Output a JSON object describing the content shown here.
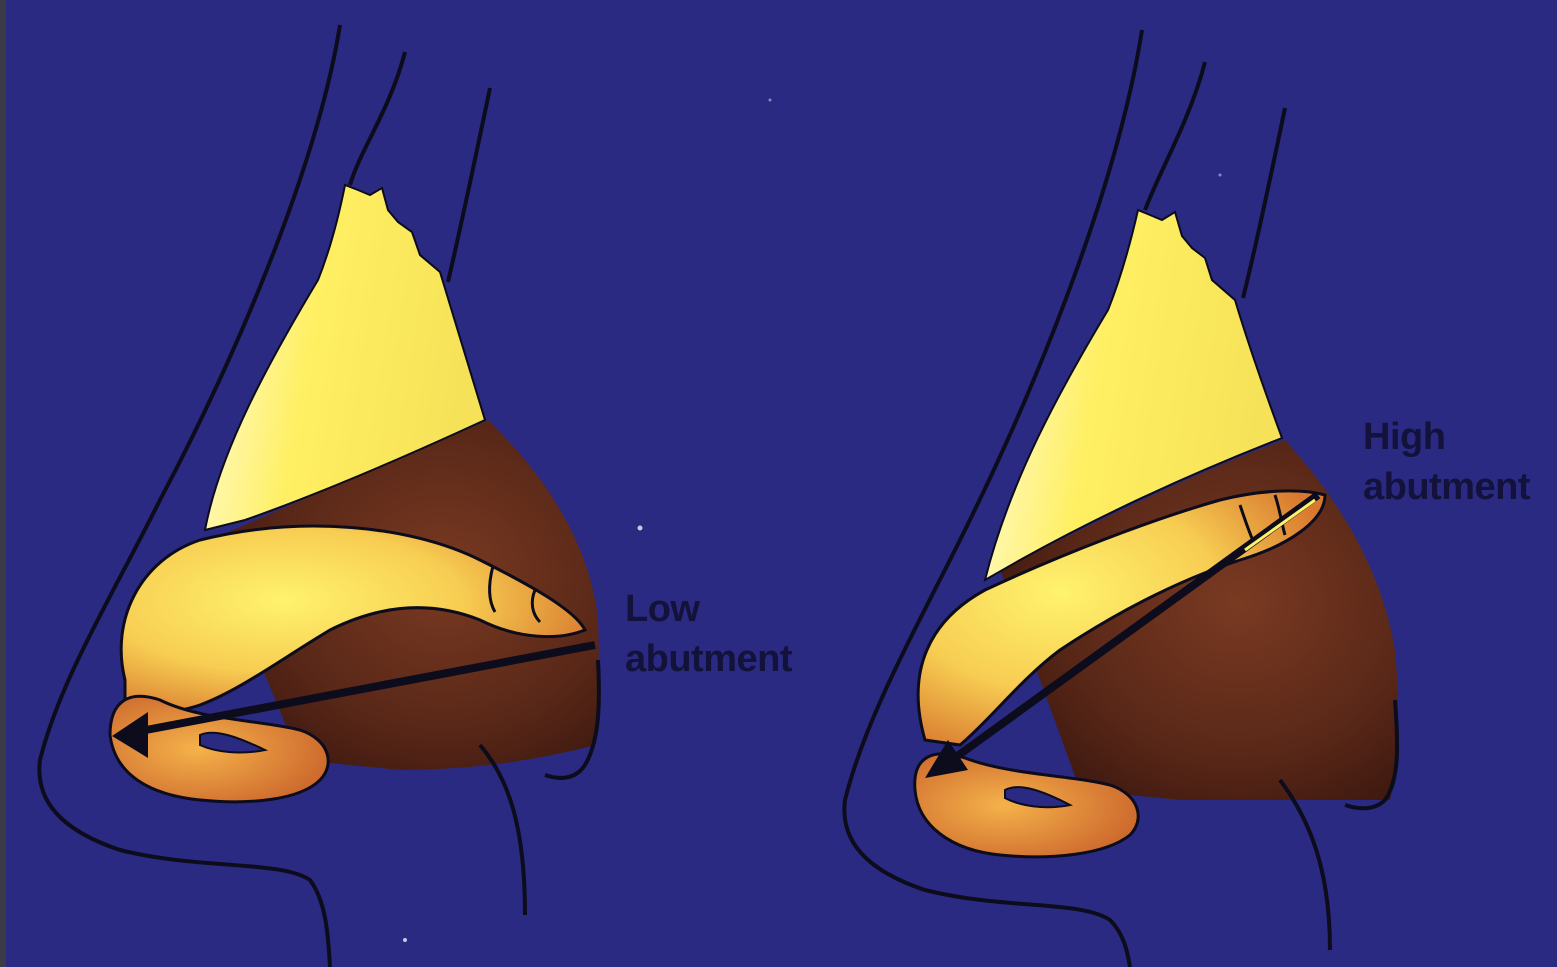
{
  "figure": {
    "left_panel": {
      "label_line1": "Low",
      "label_line2": "abutment"
    },
    "right_panel": {
      "label_line1": "High",
      "label_line2": "abutment"
    }
  },
  "colors": {
    "background": "#2a2a82",
    "outline": "#0c0c1c",
    "cartilage_light": "#fff06a",
    "cartilage_mid": "#f2c24c",
    "cartilage_orange": "#e08a3c",
    "skin_dark": "#5a2818",
    "skin_mid": "#8a4a2c",
    "label_text": "#12123a"
  },
  "icons": [
    "arrow-icon"
  ]
}
